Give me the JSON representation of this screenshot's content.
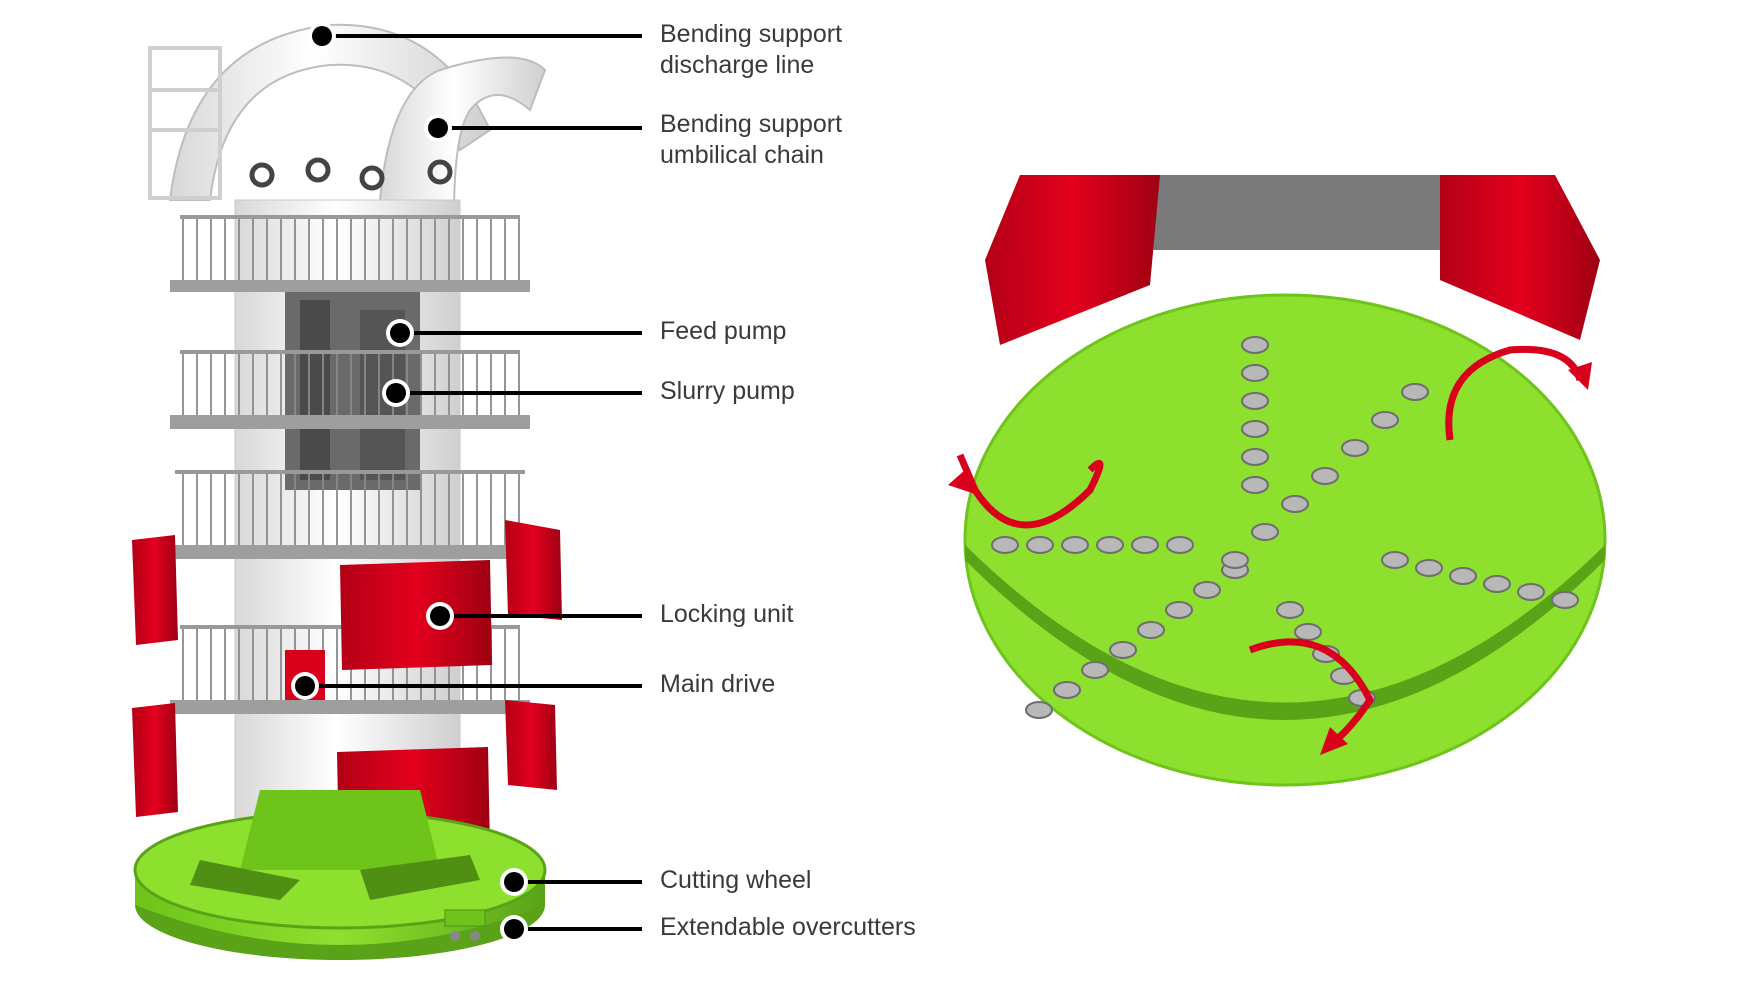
{
  "labels": {
    "discharge": {
      "line1": "Bending support",
      "line2": "discharge line"
    },
    "umbilical": {
      "line1": "Bending support",
      "line2": "umbilical chain"
    },
    "feed_pump": "Feed pump",
    "slurry_pump": "Slurry pump",
    "locking_unit": "Locking unit",
    "main_drive": "Main drive",
    "cutting_wheel": "Cutting wheel",
    "overcutters": "Extendable overcutters"
  },
  "colors": {
    "green": "#7ed321",
    "green_dark": "#5aa318",
    "red": "#d9001b",
    "red_dark": "#a00014",
    "steel": "#9a9a9a",
    "white_part": "#efefef"
  }
}
